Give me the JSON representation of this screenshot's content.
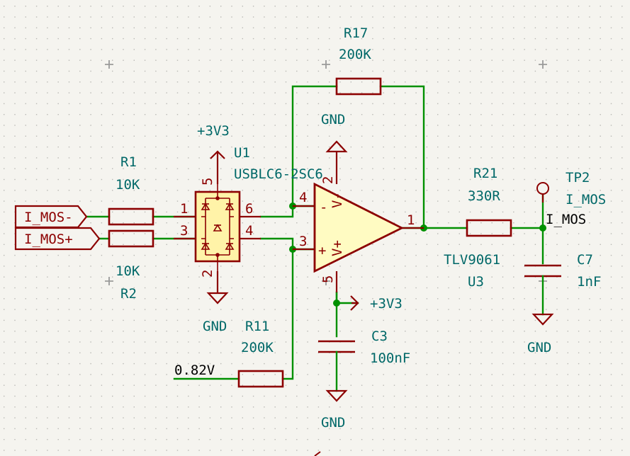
{
  "components": {
    "r17": {
      "ref": "R17",
      "value": "200K"
    },
    "r1": {
      "ref": "R1",
      "value": "10K"
    },
    "r2": {
      "ref": "R2",
      "value": "10K"
    },
    "r11": {
      "ref": "R11",
      "value": "200K"
    },
    "r21": {
      "ref": "R21",
      "value": "330R"
    },
    "u1": {
      "ref": "U1",
      "value": "USBLC6-2SC6"
    },
    "u3": {
      "ref": "U3",
      "value": "TLV9061"
    },
    "c3": {
      "ref": "C3",
      "value": "100nF"
    },
    "c7": {
      "ref": "C7",
      "value": "1nF"
    },
    "tp2": {
      "ref": "TP2",
      "value": "I_MOS"
    }
  },
  "power": {
    "v3_top": "+3V3",
    "v3_right": "+3V3",
    "gnd_opamp": "GND",
    "gnd_u1": "GND",
    "gnd_c3": "GND",
    "gnd_c7": "GND"
  },
  "net_labels": {
    "i_mos_minus": "I_MOS-",
    "i_mos_plus": "I_MOS+",
    "i_mos_out": "I_MOS",
    "vref": "0.82V"
  },
  "pins": {
    "u1_p1": "1",
    "u1_p3": "3",
    "u1_p6": "6",
    "u1_p4": "4",
    "u1_p5": "5",
    "u1_p2": "2",
    "u3_p4": "4",
    "u3_p3": "3",
    "u3_p1": "1",
    "u3_p2": "2",
    "u3_p5": "5",
    "u3_minus": "-",
    "u3_plus": "+",
    "u3_vminus": "V-",
    "u3_vplus": "V+"
  },
  "colors": {
    "wire": "#009000",
    "symbol": "#8c0000",
    "text": "#006868",
    "background": "#f5f4ef"
  }
}
